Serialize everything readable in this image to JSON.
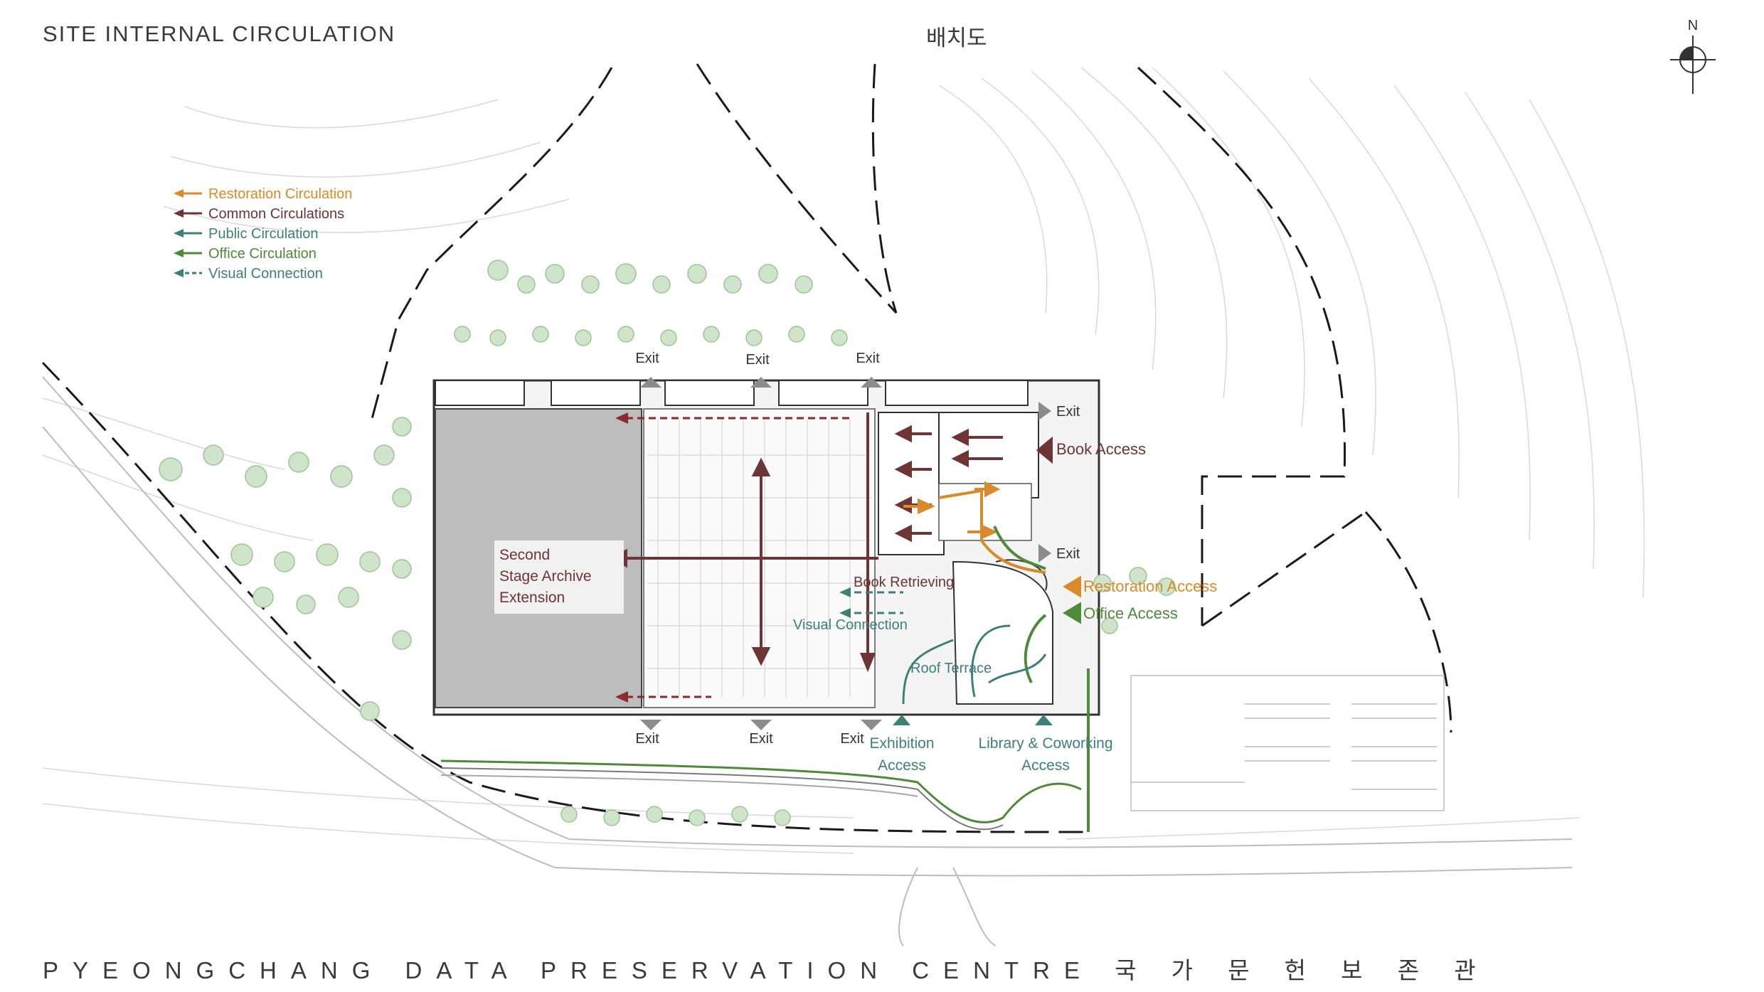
{
  "header": {
    "title": "SITE INTERNAL CIRCULATION",
    "subtitle_korean": "배치도",
    "north_label": "N"
  },
  "legend": [
    {
      "label": "Restoration Circulation",
      "color": "#d98a2b",
      "style": "solid"
    },
    {
      "label": "Common Circulations",
      "color": "#6e3535",
      "style": "solid"
    },
    {
      "label": "Public Circulation",
      "color": "#3f7f7a",
      "style": "solid"
    },
    {
      "label": "Office Circulation",
      "color": "#4e8a3a",
      "style": "solid"
    },
    {
      "label": "Visual Connection",
      "color": "#3f7f7a",
      "style": "dashed"
    }
  ],
  "labels": {
    "exit": "Exit",
    "book_access": "Book Access",
    "restoration_access": "Restoration Access",
    "office_access": "Office Access",
    "book_retrieving": "Book Retrieving",
    "visual_connection": "Visual Connection",
    "roof_terrace": "Roof Terrace",
    "exhibition_access_1": "Exhibition",
    "exhibition_access_2": "Access",
    "library_access_1": "Library & Coworking",
    "library_access_2": "Access",
    "archive_1": "Second",
    "archive_2": "Stage Archive",
    "archive_3": "Extension"
  },
  "footer": {
    "text": "PYEONGCHANG DATA PRESERVATION CENTRE  국 가 문 헌 보 존 관"
  },
  "colors": {
    "restoration": "#d98a2b",
    "common": "#6e3535",
    "public": "#3f7f7a",
    "office": "#4e8a3a",
    "marker": "#8c8c8c",
    "tree": "#9cc596"
  }
}
